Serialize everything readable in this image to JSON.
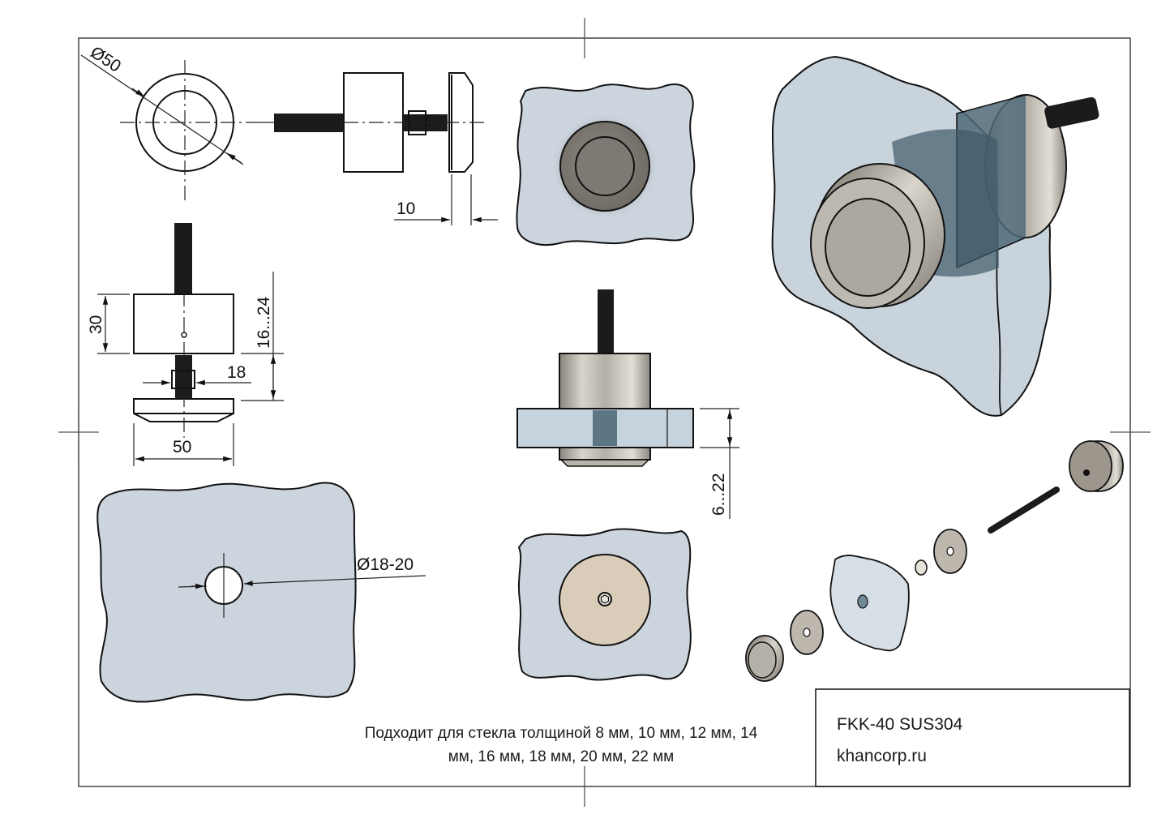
{
  "drawing": {
    "domain_note": "Technical drawing of glass spider/standoff fitting",
    "dimensions": {
      "outer_diameter": "Ø50",
      "cap_thickness": "10",
      "body_height": "30",
      "clamp_range": "16...24",
      "nut_size": "18",
      "width": "50",
      "glass_thickness_range": "6...22",
      "hole_diameter": "Ø18-20"
    },
    "views": [
      {
        "name": "front-view-circle",
        "label": ""
      },
      {
        "name": "side-view-horizontal",
        "label": ""
      },
      {
        "name": "front-view-glass-top",
        "label": ""
      },
      {
        "name": "isometric-render",
        "label": ""
      },
      {
        "name": "side-view-vertical",
        "label": ""
      },
      {
        "name": "section-in-glass",
        "label": ""
      },
      {
        "name": "glass-hole-view",
        "label": ""
      },
      {
        "name": "rear-view-glass",
        "label": ""
      },
      {
        "name": "exploded-view",
        "label": ""
      }
    ],
    "colors": {
      "glass": "#ccd4dd",
      "steel": "#a8a298",
      "steel_dark": "#7d7870",
      "rear_plate": "#d9ccb8",
      "tinted_glass": "#4f6a78",
      "thread": "#1b1b1b"
    }
  },
  "note": {
    "line1": "Подходит для стекла толщиной 8 мм, 10 мм, 12 мм, 14",
    "line2": "мм, 16 мм, 18 мм, 20 мм, 22 мм"
  },
  "title_block": {
    "model": "FKK-40 SUS304",
    "website": "khancorp.ru"
  }
}
